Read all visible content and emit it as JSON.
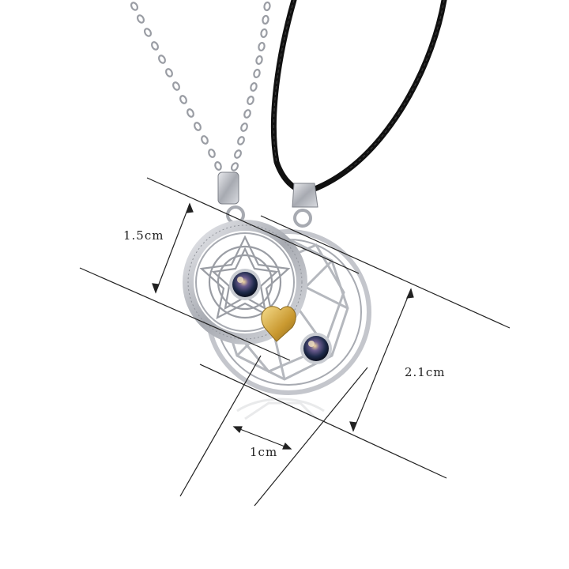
{
  "dimensions": {
    "sun_pendant_height": "1.5cm",
    "moon_pendant_height": "2.1cm",
    "pendant_width": "1cm"
  },
  "colors": {
    "background": "#ffffff",
    "silver": "#b9bcc2",
    "silver_dark": "#7d8088",
    "cord": "#111111",
    "gold_heart": "#d9b24c",
    "stone": "#1e2a4a",
    "dimension_line": "#222222"
  }
}
